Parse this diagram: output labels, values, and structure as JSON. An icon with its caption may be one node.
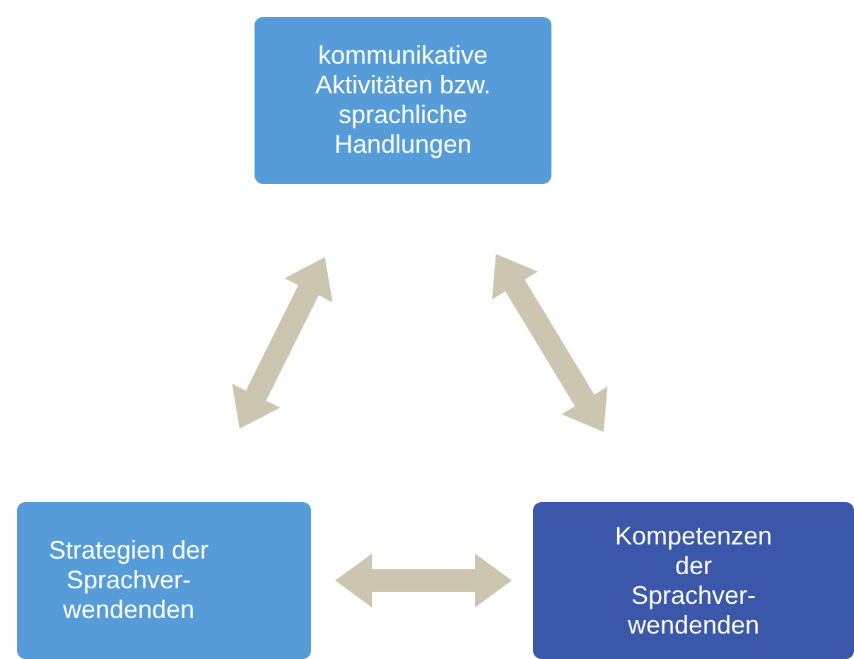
{
  "diagram": {
    "nodes": [
      {
        "text": [
          "kommunikative Aktivitäten bzw. sprachliche Handlungen"
        ]
      },
      {
        "text": [
          "Strategien der Sprachver- wendenden"
        ]
      },
      {
        "text": [
          "Kompetenzen der Sprachver- wendenden"
        ]
      }
    ],
    "edges": [
      {
        "from": 0,
        "to": 1,
        "arrow": "both"
      },
      {
        "from": 0,
        "to": 2,
        "arrow": "both"
      },
      {
        "from": 1,
        "to": 2,
        "arrow": "both"
      }
    ]
  }
}
